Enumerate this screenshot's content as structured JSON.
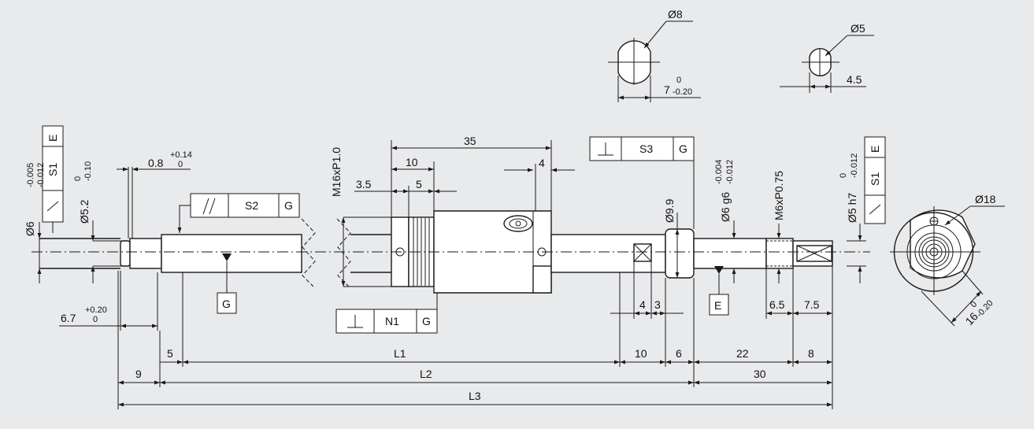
{
  "colors": {
    "background": "#e9eaec",
    "line": "#1a1a1a",
    "fill": "#ffffff"
  },
  "detail_d8": {
    "diameter": "Ø8",
    "width": "7",
    "tol_upper": "0",
    "tol_lower": "-0.20"
  },
  "detail_d5": {
    "diameter": "Ø5",
    "width": "4.5"
  },
  "end_view": {
    "diameter": "Ø18",
    "flat": "16",
    "tol_upper": "0",
    "tol_lower": "-0.20"
  },
  "left": {
    "shaft_dia": "Ø6",
    "shaft_tol_upper": "-0.005",
    "shaft_tol_lower": "-0.012",
    "groove_dia": "Ø5.2",
    "groove_tol_upper": "0",
    "groove_tol_lower": "-0.10",
    "groove_width": "0.8",
    "groove_width_tol_upper": "+0.14",
    "groove_width_tol_lower": "0",
    "groove_pos": "6.7",
    "groove_pos_tol_upper": "+0.20",
    "groove_pos_tol_lower": "0",
    "fcf_datum": "S1",
    "fcf_ref": "E"
  },
  "parallel_fcf": {
    "tol": "S2",
    "datum": "G"
  },
  "datum_g": "G",
  "nut": {
    "thread": "M16xP1.0",
    "length": "35",
    "flange_w": "10",
    "thread_w": "5",
    "offset": "3.5",
    "hole_pos": "4",
    "fcf_tol": "N1",
    "fcf_datum": "G"
  },
  "right": {
    "perp_fcf_tol": "S3",
    "perp_fcf_datum": "G",
    "collar_dia": "Ø9.9",
    "journal_dia": "Ø6 g6",
    "journal_tol_upper": "-0.004",
    "journal_tol_lower": "-0.012",
    "thread": "M6xP0.75",
    "end_dia": "Ø5 h7",
    "end_tol_upper": "0",
    "end_tol_lower": "-0.012",
    "fcf_datum": "S1",
    "fcf_ref": "E",
    "dim_4": "4",
    "dim_3": "3",
    "dim_6_5": "6.5",
    "dim_7_5": "7.5",
    "datum_e": "E"
  },
  "bottom": {
    "d5": "5",
    "L1": "L1",
    "d10": "10",
    "d6": "6",
    "d22": "22",
    "d8": "8",
    "d9": "9",
    "L2": "L2",
    "d30": "30",
    "L3": "L3"
  }
}
